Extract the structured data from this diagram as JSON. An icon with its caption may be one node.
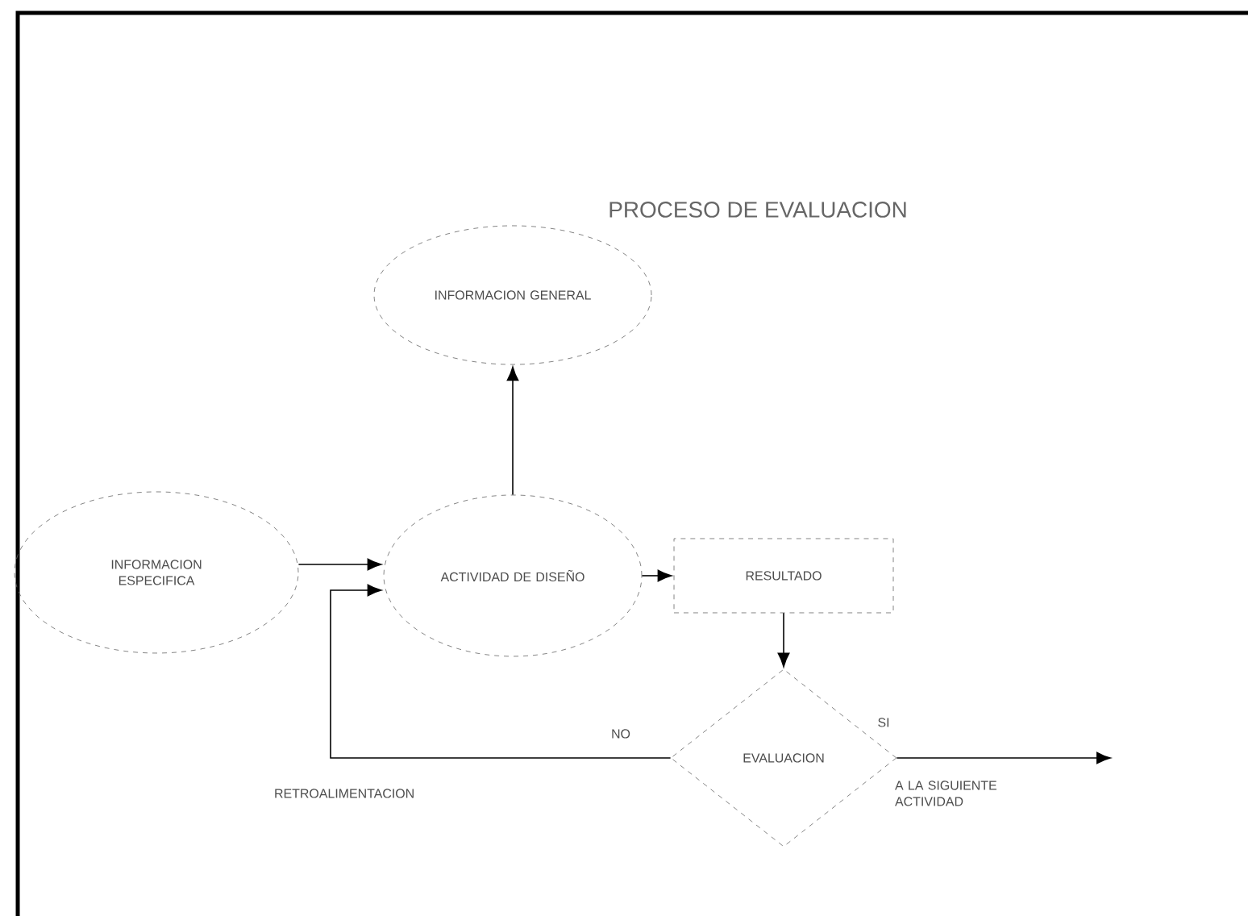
{
  "diagram": {
    "title": "PROCESO DE EVALUACION",
    "nodes": [
      {
        "text": [
          "INFORMACION GENERAL"
        ]
      },
      {
        "text": [
          "INFORMACION ESPECIFICA"
        ]
      },
      {
        "text": [
          "ACTIVIDAD DE DISEÑO"
        ]
      },
      {
        "text": [
          "RESULTADO"
        ]
      },
      {
        "text": [
          "EVALUACION"
        ]
      }
    ],
    "edges": [
      {
        "from": 2,
        "to": 0,
        "arrow": "to"
      },
      {
        "from": 1,
        "to": 2,
        "arrow": "to"
      },
      {
        "from": 2,
        "to": 3,
        "arrow": "to"
      },
      {
        "from": 3,
        "to": 4,
        "arrow": "to"
      },
      {
        "from": 4,
        "to": 2,
        "arrow": "to",
        "label": "NO"
      },
      {
        "from": 4,
        "to": null,
        "arrow": "to",
        "label": "SI"
      }
    ],
    "labels": [
      "RETROALIMENTACION",
      "A LA SIGUIENTE ACTIVIDAD"
    ]
  }
}
